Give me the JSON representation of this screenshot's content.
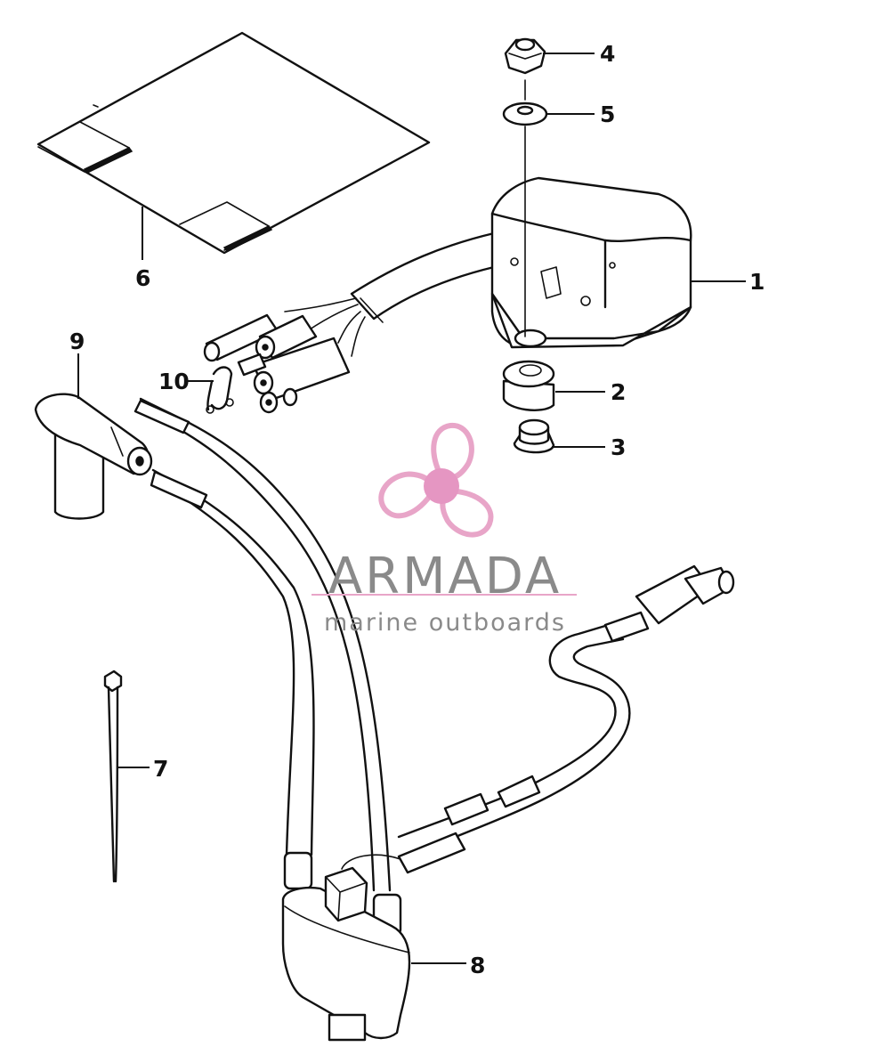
{
  "diagram": {
    "callouts": [
      {
        "id": "1",
        "label": "1"
      },
      {
        "id": "2",
        "label": "2"
      },
      {
        "id": "3",
        "label": "3"
      },
      {
        "id": "4",
        "label": "4"
      },
      {
        "id": "5",
        "label": "5"
      },
      {
        "id": "6",
        "label": "6"
      },
      {
        "id": "7",
        "label": "7"
      },
      {
        "id": "8",
        "label": "8"
      },
      {
        "id": "9",
        "label": "9"
      },
      {
        "id": "10",
        "label": "10"
      }
    ]
  },
  "watermark": {
    "brand": "ARMADA",
    "tagline": "marine outboards",
    "logo_color": "#e8a5c8",
    "logo_hub_color": "#e596c2",
    "text_color": "#8a8a8a"
  }
}
